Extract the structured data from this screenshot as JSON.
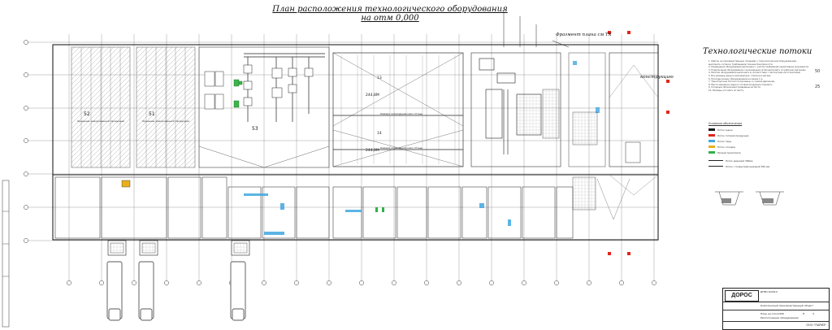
{
  "drawing": {
    "title": "План расположения технологического оборудования на отм 0,000",
    "flows_title": "Технологические потоки",
    "notes": [
      "1. Работы на производственных площадях с технологическим оборудованием",
      "выполнять согласно требованиям техники безопасности.",
      "2. Размещение оборудования выполнено с учетом требований нормативных документов.",
      "3. Подключение оборудования к инженерным сетям выполнить по рабочим чертежам.",
      "4. Монтаж оборудования выполнять в соответствии с паспортами изготовителей.",
      "5. Все размеры даны в миллиметрах, отметки в метрах.",
      "6. Проходы между оборудованием не менее 1 м.",
      "7. Транспортные потоки согласованы со схемой движения.",
      "8. Места хранения сырья и готовой продукции отделить.",
      "9. Условные обозначения приведены на листе.",
      "10. Размеры уточнить по месту."
    ],
    "legend_title": "Условные обозначения",
    "legend": [
      {
        "label": "Поток сырья",
        "color": "#1a1a1a"
      },
      {
        "label": "Поток готовой продукции",
        "color": "#e0261b"
      },
      {
        "label": "Поток тары",
        "color": "#3fa7e1"
      },
      {
        "label": "Поток отходов",
        "color": "#e8b01c"
      },
      {
        "label": "Проезд транспорта",
        "color": "#2fb24a"
      }
    ],
    "lines": [
      {
        "label": "Поток шириной 300мм"
      },
      {
        "label": "Поток с покрытием шириной 500 мм"
      }
    ],
    "callouts": {
      "fragment": "Фрагмент плана см TX",
      "konstr": "конструкцию",
      "val_50": "50",
      "val_25": "25"
    },
    "zones": {
      "z52": "52",
      "z51": "51",
      "z53": "53",
      "z13": "13",
      "z14": "14",
      "store_left": "Хранение замороженной продукции",
      "store_right": "Хранение замороженной продукции",
      "area1": "244,8М",
      "area2": "244,8М",
      "cam1": "Камера охлаждения мясо птицы",
      "cam2": "Камера охлаждения мясо птицы"
    },
    "title_block": {
      "logo": "ДОРОС",
      "code": "ДПРО-К/2014",
      "line1": "Комплексный производственный объект",
      "line2": "План на отм.0,000",
      "line3": "Расположение оборудования",
      "stage": "П",
      "sheet": "3",
      "org": "ООО \"ПАРИЗ\""
    }
  }
}
